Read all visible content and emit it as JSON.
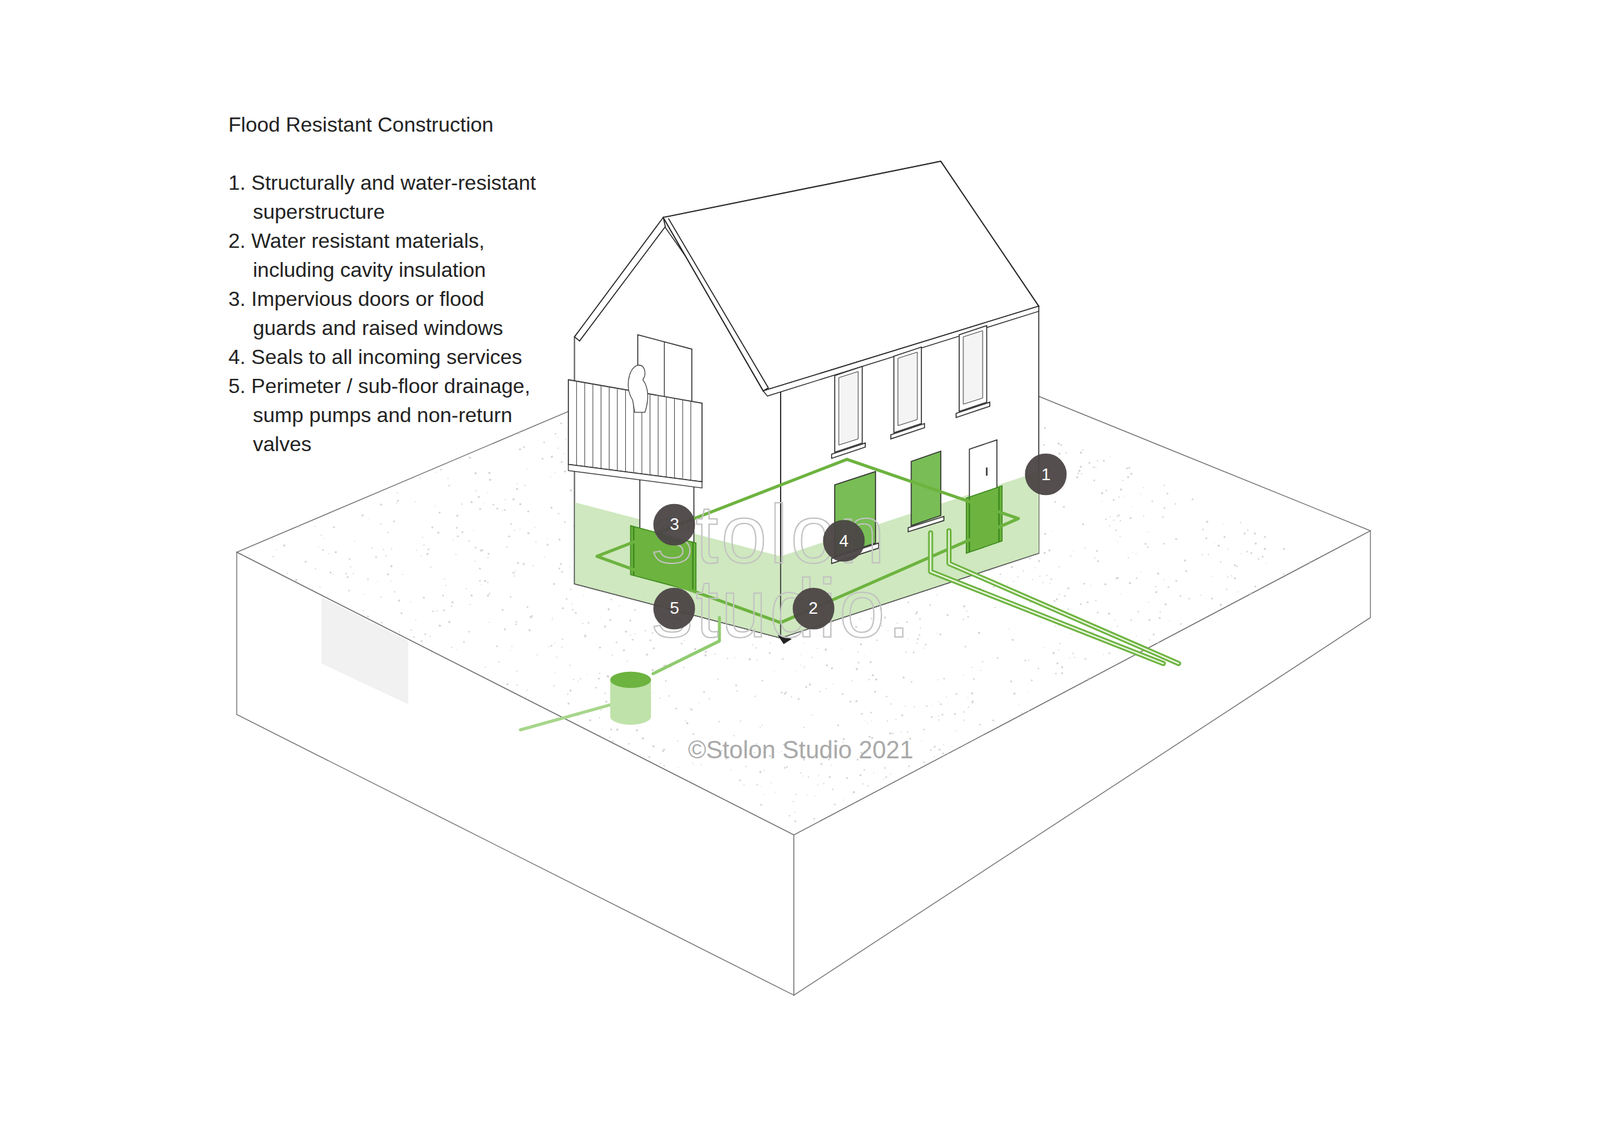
{
  "diagram": {
    "title": "Flood Resistant Construction",
    "nodes": [
      {
        "text": [
          "1"
        ]
      },
      {
        "text": [
          "3"
        ]
      },
      {
        "text": [
          "4"
        ]
      },
      {
        "text": [
          "5"
        ]
      },
      {
        "text": [
          "2"
        ]
      }
    ],
    "labels": [
      "1. Structurally and water-resistant superstructure",
      "2. Water resistant materials, including cavity insulation",
      "3. Impervious doors or flood guards and raised windows",
      "4. Seals to all incoming services",
      "5. Perimeter / sub-floor drainage, sump pumps and non-return valves",
      "stolon studio.",
      "©Stolon Studio 2021"
    ]
  }
}
